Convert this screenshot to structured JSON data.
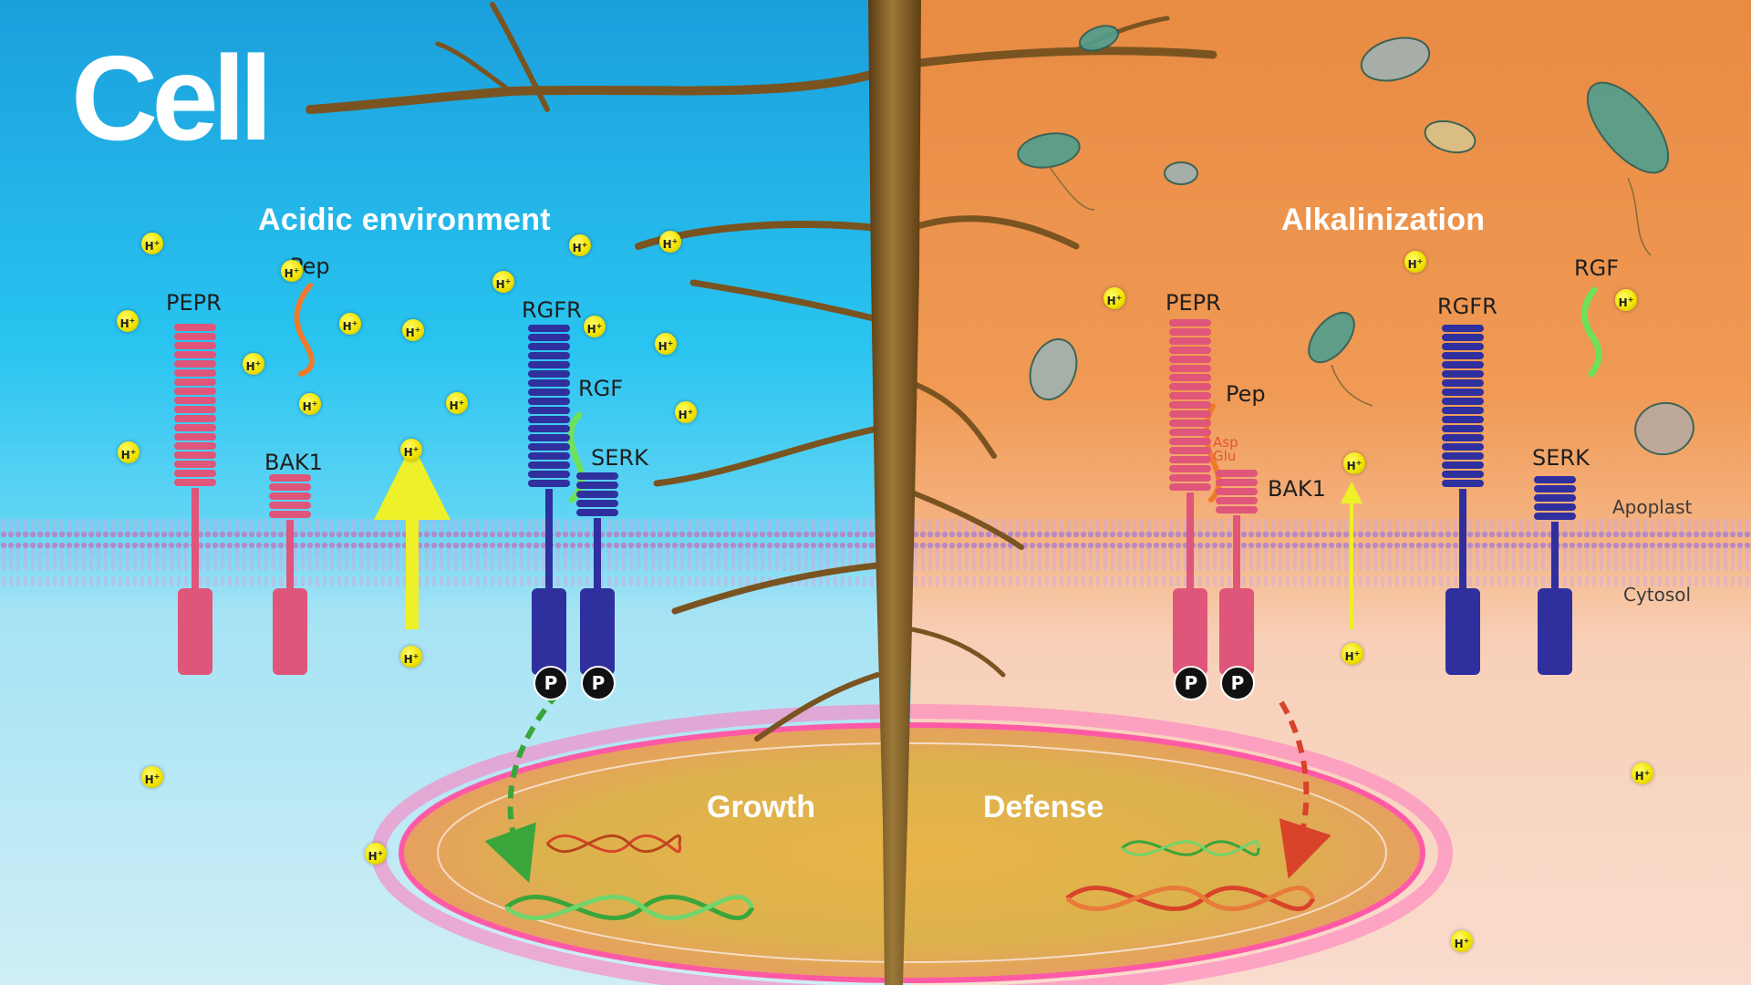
{
  "logo": "Cell",
  "left_panel": {
    "heading": "Acidic environment",
    "labels": {
      "pepr": "PEPR",
      "pep": "Pep",
      "bak1": "BAK1",
      "rgfr": "RGFR",
      "rgf": "RGF",
      "serk": "SERK"
    },
    "outcome": "Growth"
  },
  "right_panel": {
    "heading": "Alkalinization",
    "labels": {
      "pepr": "PEPR",
      "pep": "Pep",
      "asp_glu": "Asp\nGlu",
      "bak1": "BAK1",
      "rgfr": "RGFR",
      "rgf": "RGF",
      "serk": "SERK",
      "apoplast": "Apoplast",
      "cytosol": "Cytosol"
    },
    "outcome": "Defense"
  },
  "proton_symbol": "H",
  "proton_charge": "+",
  "phospho_symbol": "P",
  "colors": {
    "acidic_bg": "#1faee6",
    "alkaline_bg": "#e8944f",
    "pepr_receptor": "#e0557a",
    "rgfr_receptor": "#2f2f9e",
    "pep_peptide": "#f07a2a",
    "rgf_peptide": "#6fe05a",
    "proton": "#f2e500",
    "growth_arrow": "#3aa53a",
    "defense_arrow": "#d8432a",
    "nucleus_ring": "#ff5aa6"
  }
}
